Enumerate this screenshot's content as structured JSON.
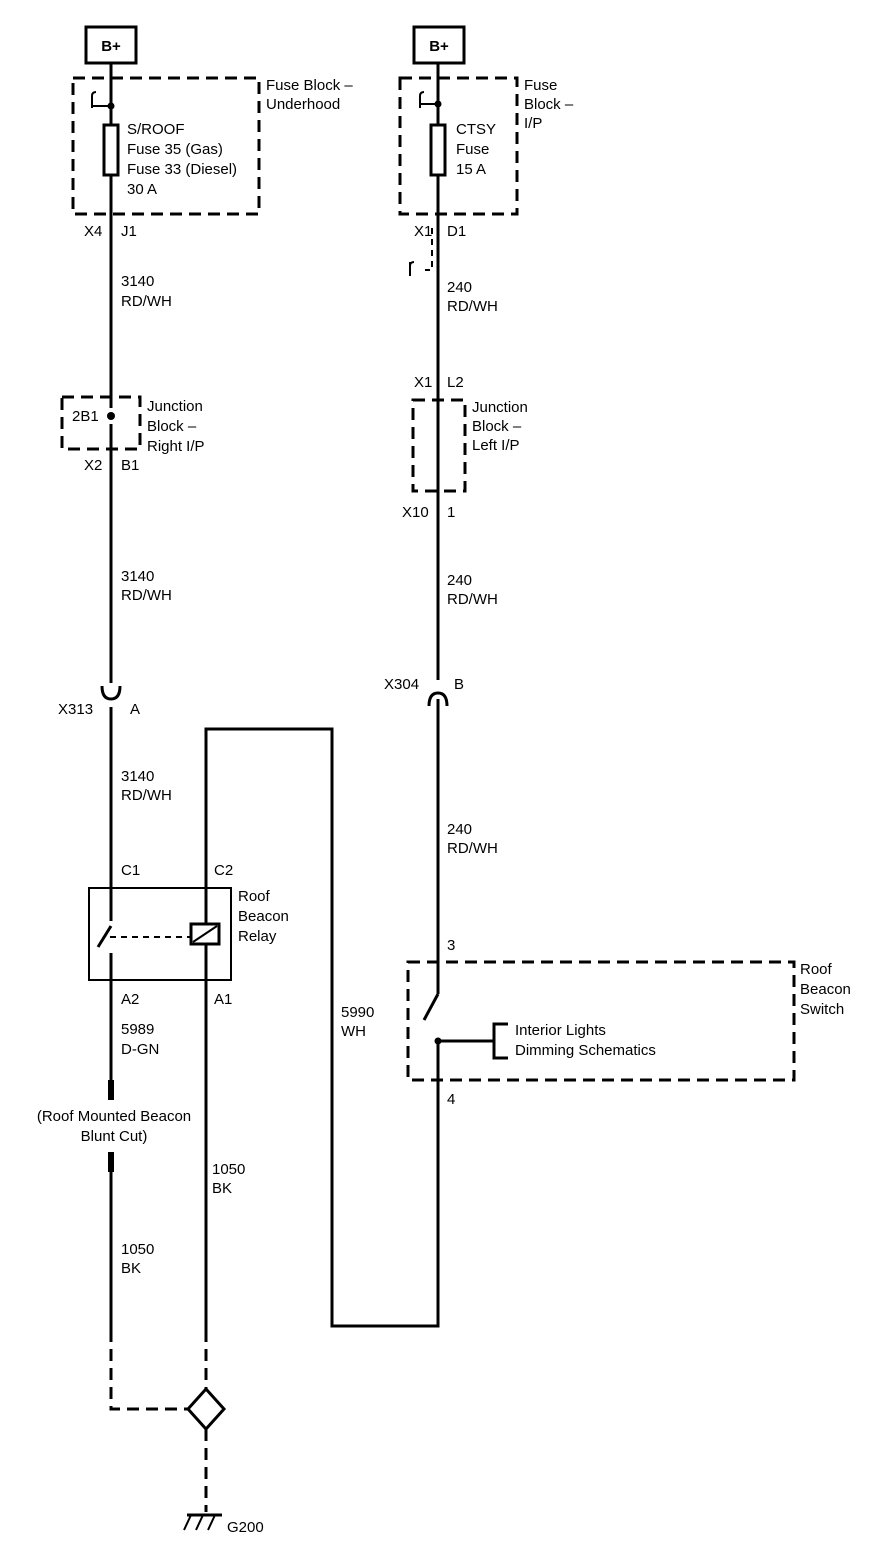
{
  "power": {
    "left": "B+",
    "right": "B+"
  },
  "fuse_block_underhood": {
    "title": [
      "Fuse Block –",
      "Underhood"
    ],
    "fuse": [
      "S/ROOF",
      "Fuse 35 (Gas)",
      "Fuse 33 (Diesel)",
      "30 A"
    ],
    "connector": "X4",
    "pin": "J1"
  },
  "fuse_block_ip": {
    "title": [
      "Fuse",
      "Block –",
      "I/P"
    ],
    "fuse": [
      "CTSY",
      "Fuse",
      "15 A"
    ],
    "connector": "X1",
    "pin": "D1"
  },
  "wires": {
    "w3140_1": [
      "3140",
      "RD/WH"
    ],
    "w3140_2": [
      "3140",
      "RD/WH"
    ],
    "w3140_3": [
      "3140",
      "RD/WH"
    ],
    "w240_1": [
      "240",
      "RD/WH"
    ],
    "w240_2": [
      "240",
      "RD/WH"
    ],
    "w240_3": [
      "240",
      "RD/WH"
    ],
    "w5989": [
      "5989",
      "D-GN"
    ],
    "w5990": [
      "5990",
      "WH"
    ],
    "w1050_a": [
      "1050",
      "BK"
    ],
    "w1050_b": [
      "1050",
      "BK"
    ]
  },
  "junction_right": {
    "title": [
      "Junction",
      "Block –",
      "Right I/P"
    ],
    "inner": "2B1",
    "connector": "X2",
    "pin": "B1"
  },
  "junction_left": {
    "title": [
      "Junction",
      "Block –",
      "Left I/P"
    ],
    "top_connector": "X1",
    "top_pin": "L2",
    "bottom_connector": "X10",
    "bottom_pin": "1"
  },
  "connector_x313": {
    "name": "X313",
    "pin": "A"
  },
  "connector_x304": {
    "name": "X304",
    "pin": "B"
  },
  "relay": {
    "title": [
      "Roof",
      "Beacon",
      "Relay"
    ],
    "pins": {
      "c1": "C1",
      "c2": "C2",
      "a2": "A2",
      "a1": "A1"
    }
  },
  "switch": {
    "title": [
      "Roof",
      "Beacon",
      "Switch"
    ],
    "pin_top": "3",
    "pin_bottom": "4",
    "ref": [
      "Interior Lights",
      "Dimming Schematics"
    ]
  },
  "blunt_cut": [
    "(Roof Mounted Beacon",
    "Blunt Cut)"
  ],
  "ground": "G200"
}
